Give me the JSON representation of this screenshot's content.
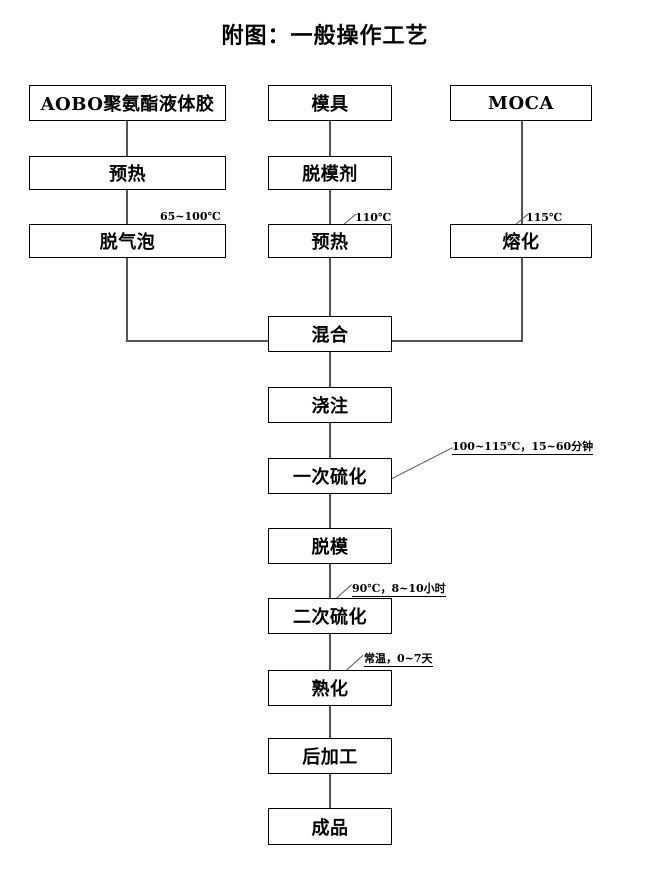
{
  "title": "附图：一般操作工艺",
  "nodes": {
    "raw_material": "AOBO聚氨酯液体胶",
    "preheat_left": "预热",
    "degas": "脱气泡",
    "mold": "模具",
    "release_agent": "脱模剂",
    "preheat_mid": "预热",
    "moca": "MOCA",
    "melt": "熔化",
    "mix": "混合",
    "casting": "浇注",
    "first_cure": "一次硫化",
    "demold": "脱模",
    "second_cure": "二次硫化",
    "aging": "熟化",
    "post_processing": "后加工",
    "finished_product": "成品"
  },
  "annotations": {
    "degas_condition": "65~100℃",
    "preheat_mid_condition": "110℃",
    "melt_condition": "115℃",
    "first_cure_condition": "100~115℃，15~60分钟",
    "second_cure_condition": "90℃，8~10小时",
    "aging_condition": "常温，0~7天"
  },
  "colors": {
    "box_border": "#000000",
    "connector": "#555555",
    "text": "#000000",
    "background": "#ffffff"
  }
}
